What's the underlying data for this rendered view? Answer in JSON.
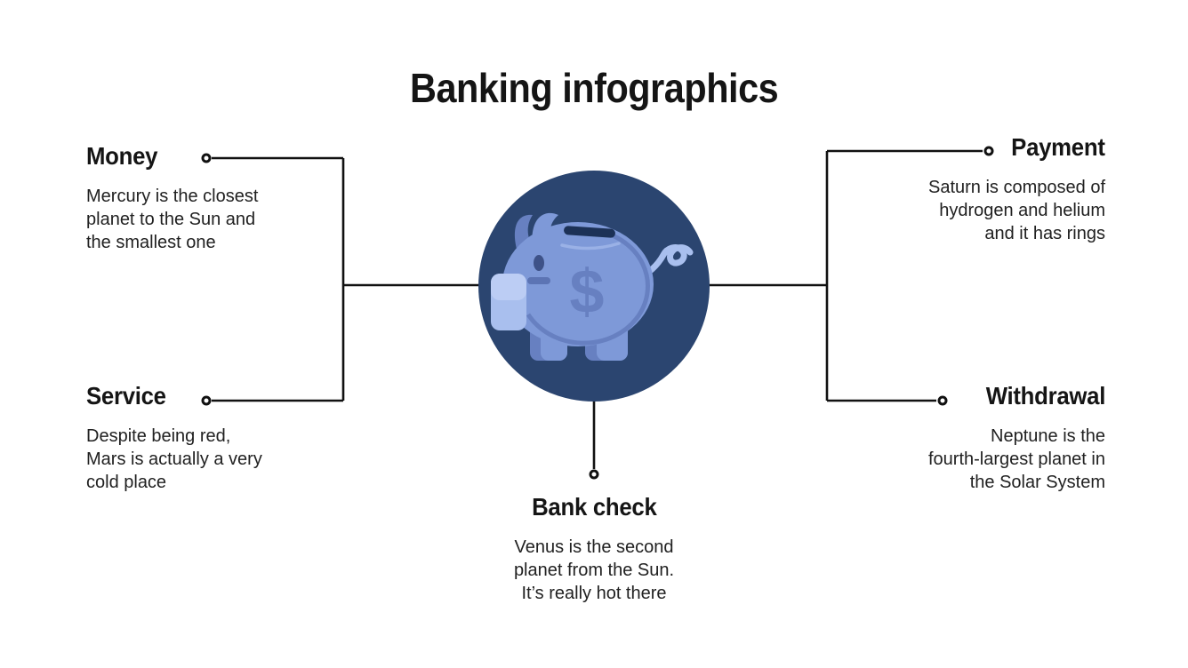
{
  "title": "Banking infographics",
  "sections": [
    {
      "id": "money",
      "label": "Money",
      "lines": [
        "Mercury is the closest",
        "planet to the Sun and",
        "the smallest one"
      ]
    },
    {
      "id": "service",
      "label": "Service",
      "lines": [
        "Despite being red,",
        "Mars is actually a very",
        "cold place"
      ]
    },
    {
      "id": "payment",
      "label": "Payment",
      "lines": [
        "Saturn is composed of",
        "hydrogen and helium",
        "and it has rings"
      ]
    },
    {
      "id": "withdrawal",
      "label": "Withdrawal",
      "lines": [
        "Neptune is the",
        "fourth-largest planet in",
        "the Solar System"
      ]
    },
    {
      "id": "bank-check",
      "label": "Bank check",
      "lines": [
        "Venus is the second",
        "planet from the Sun.",
        "It’s really hot there"
      ]
    }
  ],
  "center": {
    "icon": "piggy-bank-icon",
    "dollar_sign": "$"
  },
  "colors": {
    "background": "#ffffff",
    "ink": "#151515",
    "body_text": "#212121",
    "line": "#111111",
    "hub": "#2b4570",
    "pig": "#7e99d8",
    "pig_shade": "#6780c1",
    "pig_dark": "#5c74b4",
    "pig_light": "#a9bfee",
    "pig_highlight": "#bccdf4",
    "eye": "#3e5288",
    "slot": "#1c3156"
  }
}
